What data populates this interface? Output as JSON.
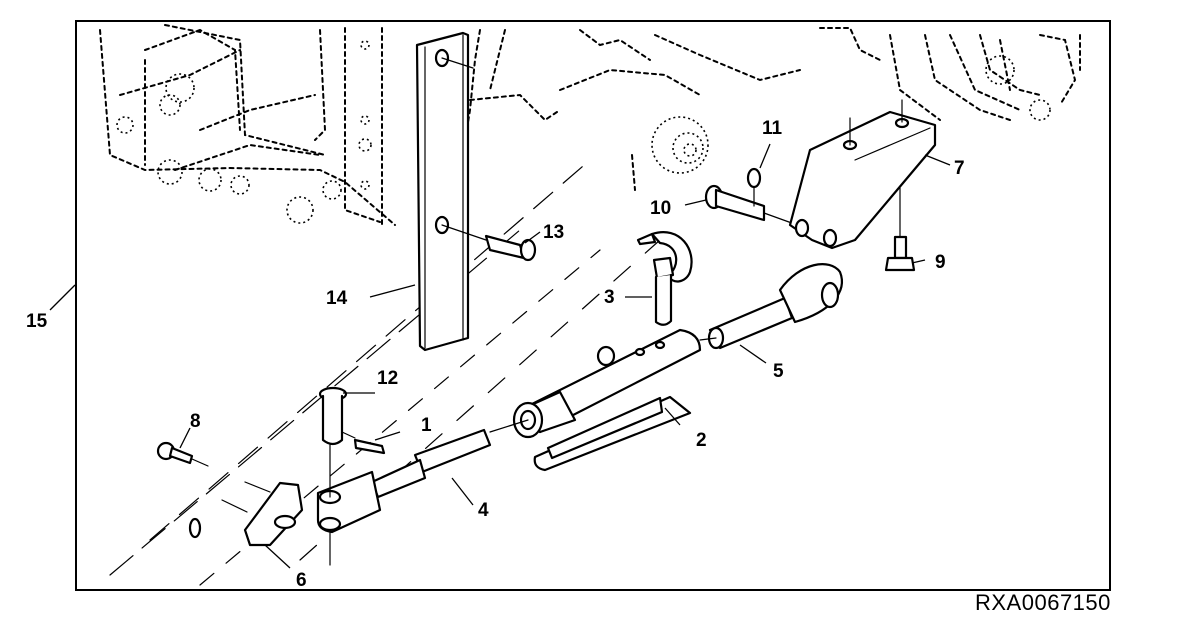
{
  "figure": {
    "type": "exploded-parts-diagram",
    "subject": "three-point hitch upper link / center link assembly",
    "figure_id": "RXA0067150",
    "line_color": "#000000",
    "background_color": "#ffffff"
  },
  "callouts": [
    {
      "id": "1",
      "label": "1",
      "part": "cotter pin"
    },
    {
      "id": "2",
      "label": "2",
      "part": "link tube with handle"
    },
    {
      "id": "3",
      "label": "3",
      "part": "lynch pin with ring"
    },
    {
      "id": "4",
      "label": "4",
      "part": "threaded clevis end"
    },
    {
      "id": "5",
      "label": "5",
      "part": "ball end rod"
    },
    {
      "id": "6",
      "label": "6",
      "part": "mounting bracket"
    },
    {
      "id": "7",
      "label": "7",
      "part": "upper link bracket"
    },
    {
      "id": "8",
      "label": "8",
      "part": "cap screw"
    },
    {
      "id": "9",
      "label": "9",
      "part": "flange bolt"
    },
    {
      "id": "10",
      "label": "10",
      "part": "pin"
    },
    {
      "id": "11",
      "label": "11",
      "part": "snap ring"
    },
    {
      "id": "12",
      "label": "12",
      "part": "clevis pin"
    },
    {
      "id": "13",
      "label": "13",
      "part": "screw"
    },
    {
      "id": "14",
      "label": "14",
      "part": "support plate"
    },
    {
      "id": "15",
      "label": "15",
      "part": "complete assembly"
    }
  ]
}
